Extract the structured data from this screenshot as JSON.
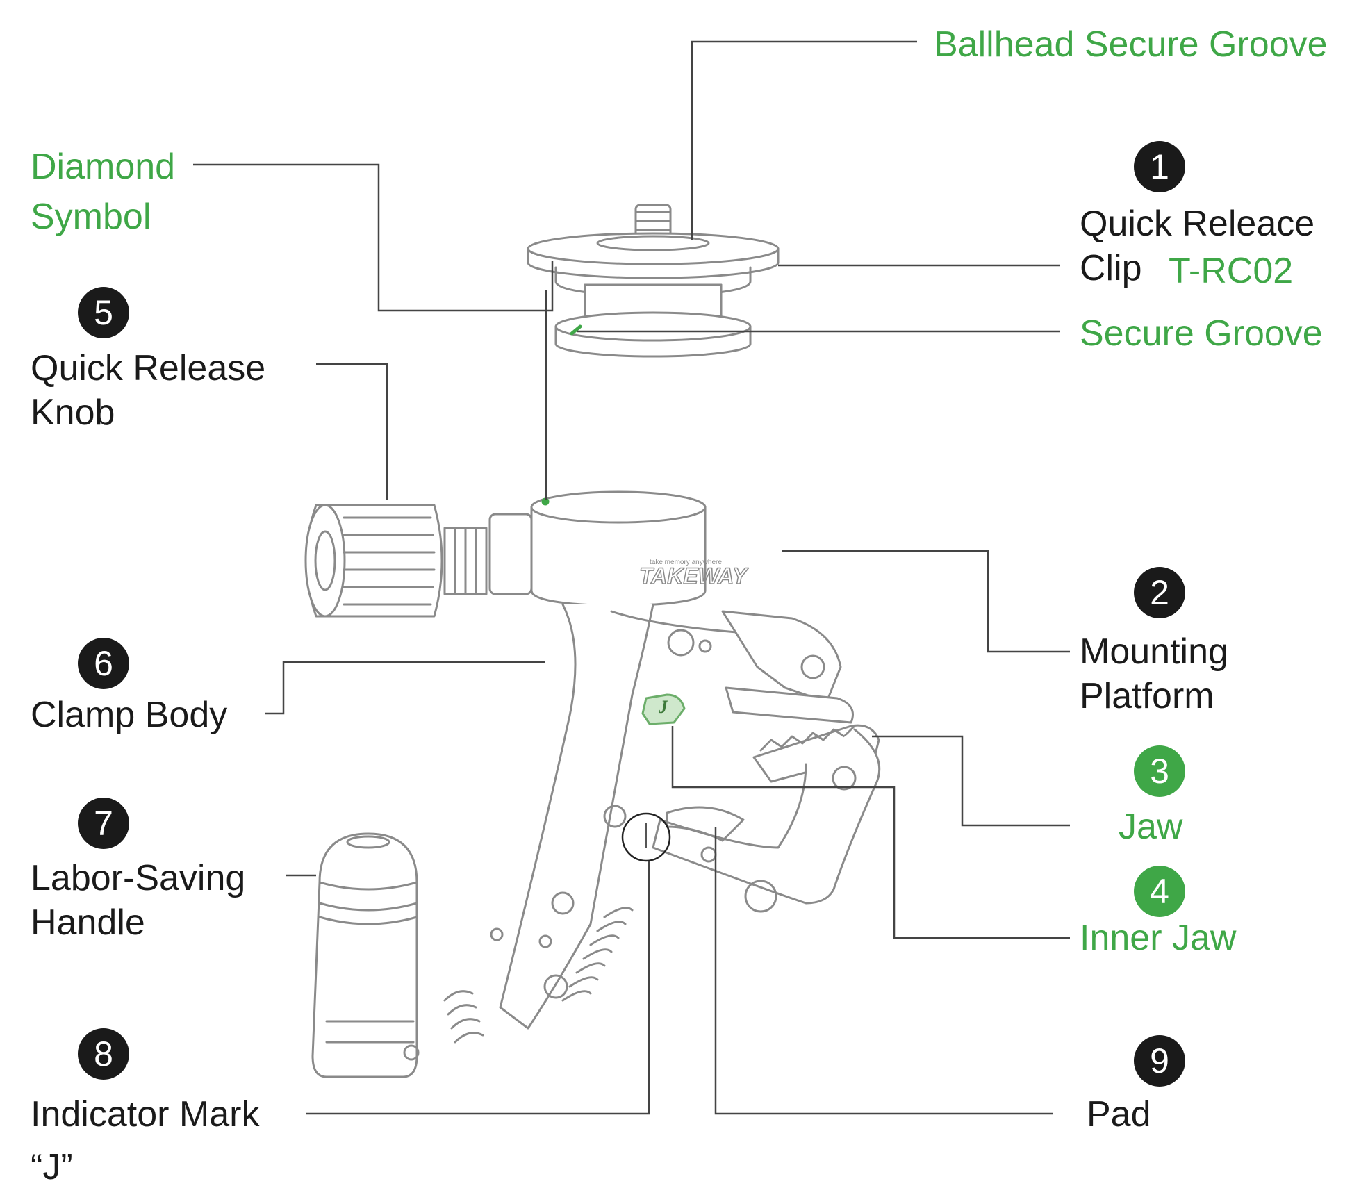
{
  "title": "Clamp parts diagram",
  "colors": {
    "accent": "#3fa747",
    "ink": "#1a1a1a",
    "line": "#444444",
    "drawing": "#8a8a8a"
  },
  "brand": {
    "name": "TAKEWAY",
    "tagline": "take memory anywhere"
  },
  "callouts": [
    {
      "id": "ballhead-secure-groove",
      "text": "Ballhead Secure Groove",
      "highlight": true
    },
    {
      "id": "diamond-symbol",
      "lines": [
        "Diamond",
        "Symbol"
      ],
      "highlight": true
    },
    {
      "id": "quick-release-clip",
      "number": "1",
      "lines": [
        "Quick Releace",
        "Clip"
      ],
      "model": "T-RC02"
    },
    {
      "id": "secure-groove",
      "text": "Secure Groove",
      "highlight": true
    },
    {
      "id": "quick-release-knob",
      "number": "5",
      "lines": [
        "Quick Release",
        "Knob"
      ]
    },
    {
      "id": "mounting-platform",
      "number": "2",
      "lines": [
        "Mounting",
        "Platform"
      ]
    },
    {
      "id": "clamp-body",
      "number": "6",
      "text": "Clamp Body"
    },
    {
      "id": "jaw",
      "number": "3",
      "text": "Jaw",
      "highlight": true
    },
    {
      "id": "labor-saving-handle",
      "number": "7",
      "lines": [
        "Labor-Saving",
        "Handle"
      ]
    },
    {
      "id": "inner-jaw",
      "number": "4",
      "text": "Inner Jaw",
      "highlight": true
    },
    {
      "id": "indicator-mark",
      "number": "8",
      "lines": [
        "Indicator Mark",
        "“J”"
      ]
    },
    {
      "id": "pad",
      "number": "9",
      "text": "Pad"
    }
  ],
  "indicator_glyph": "J"
}
